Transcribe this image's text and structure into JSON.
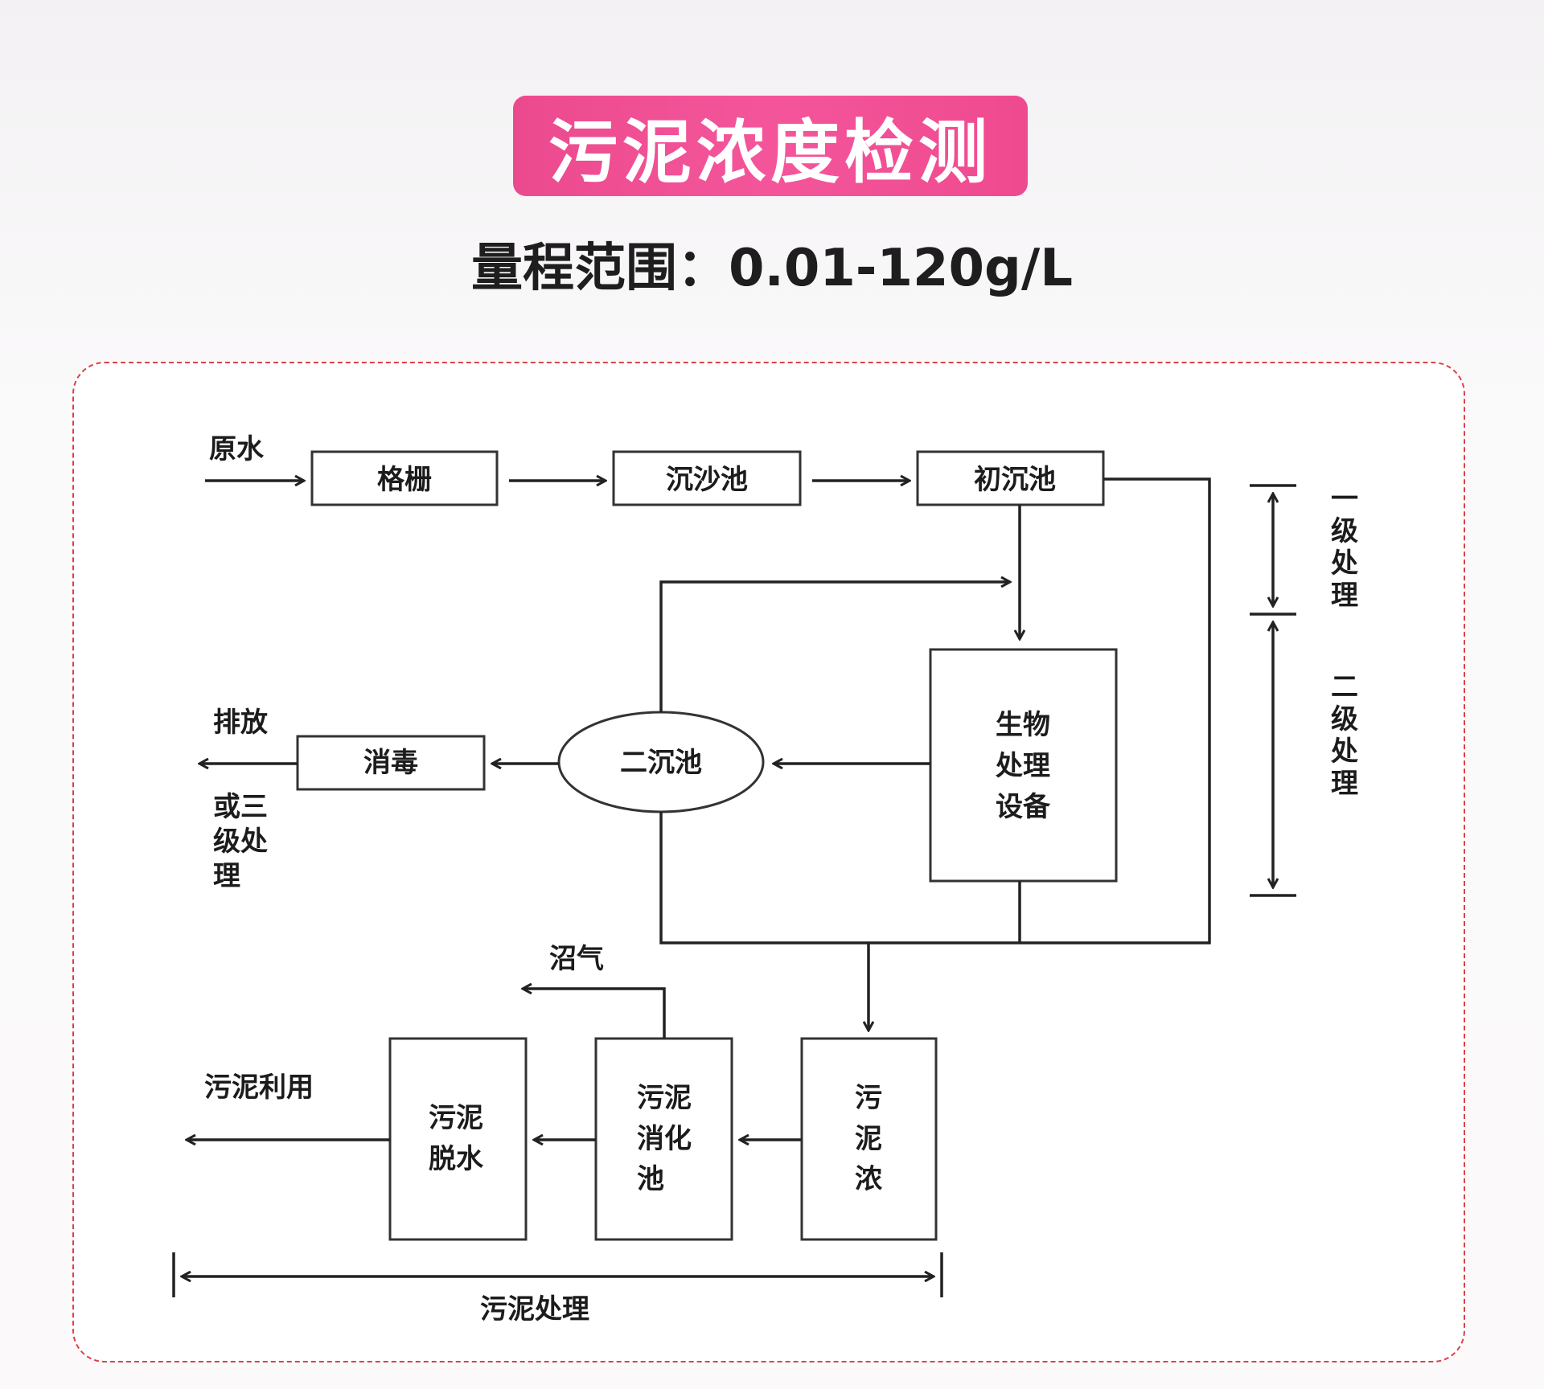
{
  "title": "污泥浓度检测",
  "range_text": "量程范围：0.01-120g/L",
  "diagram": {
    "nodes": {
      "grille": "格栅",
      "grit_chamber": "沉沙池",
      "primary_clarifier": "初沉池",
      "bio_line1": "生物",
      "bio_line2": "处理",
      "bio_line3": "设备",
      "secondary_clarifier": "二沉池",
      "disinfection": "消毒",
      "thick_line1": "污",
      "thick_line2": "泥",
      "thick_line3": "浓",
      "digest_line1": "污泥",
      "digest_line2": "消化",
      "digest_line3": "池",
      "dewater_line1": "污泥",
      "dewater_line2": "脱水"
    },
    "labels": {
      "raw_water": "原水",
      "discharge": "排放",
      "tertiary_line1": "或三",
      "tertiary_line2": "级处",
      "tertiary_line3": "理",
      "biogas": "沼气",
      "sludge_use": "污泥利用",
      "sludge_treatment": "污泥处理",
      "primary_v": [
        "一",
        "级",
        "处",
        "理"
      ],
      "secondary_v": [
        "二",
        "级",
        "处",
        "理"
      ]
    }
  }
}
